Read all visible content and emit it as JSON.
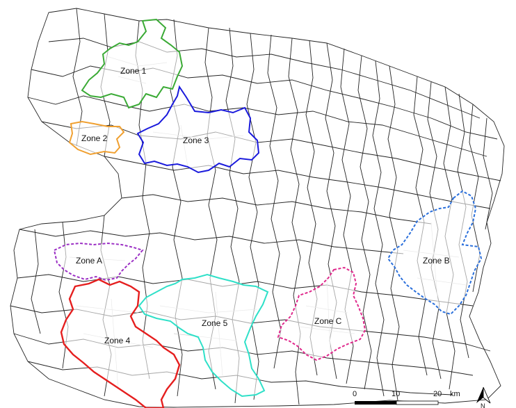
{
  "zones": [
    {
      "id": "zone-1",
      "label": "Zone 1",
      "color": "#3aaa35",
      "dashed": false
    },
    {
      "id": "zone-2",
      "label": "Zone 2",
      "color": "#f0a030",
      "dashed": false
    },
    {
      "id": "zone-3",
      "label": "Zone 3",
      "color": "#1a1adc",
      "dashed": false
    },
    {
      "id": "zone-4",
      "label": "Zone 4",
      "color": "#e51e1e",
      "dashed": false
    },
    {
      "id": "zone-5",
      "label": "Zone 5",
      "color": "#2ee0c8",
      "dashed": false
    },
    {
      "id": "zone-a",
      "label": "Zone A",
      "color": "#9b2fc4",
      "dashed": true
    },
    {
      "id": "zone-b",
      "label": "Zone B",
      "color": "#2a6fdb",
      "dashed": true
    },
    {
      "id": "zone-c",
      "label": "Zone C",
      "color": "#e0288c",
      "dashed": true
    }
  ],
  "scale_bar": {
    "tick_0": "0",
    "tick_1": "10",
    "tick_2": "20",
    "unit": "km"
  },
  "north_arrow": {
    "label": "N",
    "icon": "north-arrow-icon"
  },
  "colors": {
    "boundary": "#222222",
    "inner_boundary": "#c9c9c9",
    "background": "#ffffff"
  }
}
